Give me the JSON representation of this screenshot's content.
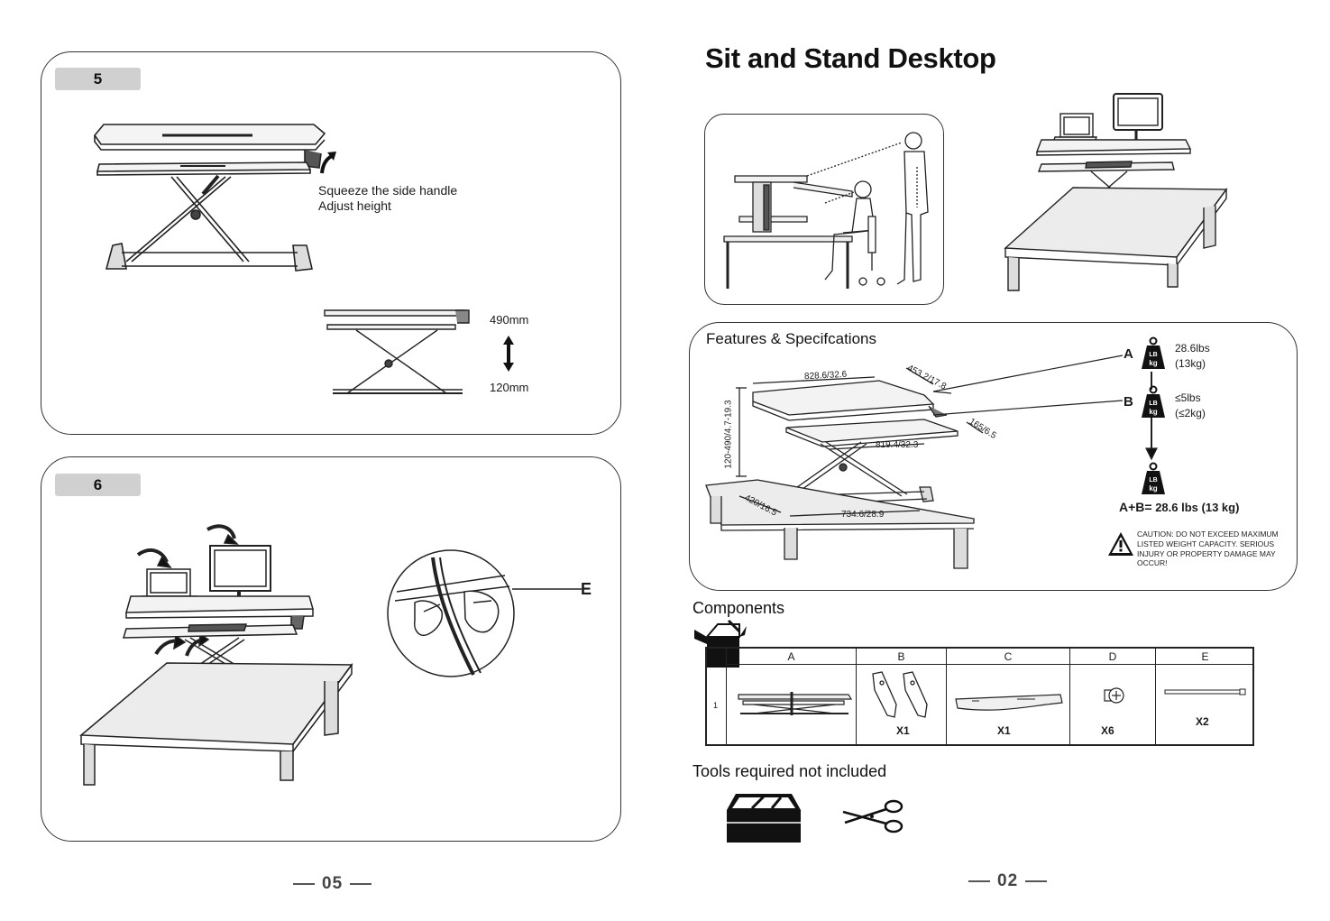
{
  "left_page": {
    "step5": {
      "badge": "5",
      "instruction_line1": "Squeeze the side handle",
      "instruction_line2": "Adjust height",
      "height_max": "490mm",
      "height_min": "120mm"
    },
    "step6": {
      "badge": "6",
      "callout": "E"
    },
    "page_number": "05"
  },
  "right_page": {
    "title": "Sit and Stand Desktop",
    "features": {
      "heading": "Features & Specifcations",
      "dimensions": {
        "top_width": "828.6/32.6",
        "top_depth": "453.2/17.8",
        "height_range": "120-490/4.7-19.3",
        "keyboard_width": "819.4/32.3",
        "keyboard_depth": "165/6.5",
        "base_depth": "420/16.5",
        "base_width": "734.6/28.9"
      },
      "load": {
        "a_label": "A",
        "a_weight_lbs": "28.6lbs",
        "a_weight_kg": "(13kg)",
        "b_label": "B",
        "b_weight_lbs": "≤5lbs",
        "b_weight_kg": "(≤2kg)",
        "weight_icon_top": "LB",
        "weight_icon_bottom": "kg",
        "total_prefix": "A+B=",
        "total": "28.6 lbs (13 kg)"
      },
      "caution": "CAUTION: DO NOT EXCEED MAXIMUM LISTED WEIGHT CAPACITY. SERIOUS INJURY OR PROPERTY DAMAGE MAY OCCUR!"
    },
    "components": {
      "heading": "Components",
      "row_label": "1",
      "columns": [
        {
          "label": "A",
          "qty": ""
        },
        {
          "label": "B",
          "qty": "X1"
        },
        {
          "label": "C",
          "qty": "X1"
        },
        {
          "label": "D",
          "qty": "X6"
        },
        {
          "label": "E",
          "qty": "X2"
        }
      ]
    },
    "tools": {
      "heading": "Tools required not included"
    },
    "page_number": "02"
  },
  "colors": {
    "badge_bg": "#d0d0d0",
    "line": "#222222",
    "table_top": "#e9e9e9"
  }
}
